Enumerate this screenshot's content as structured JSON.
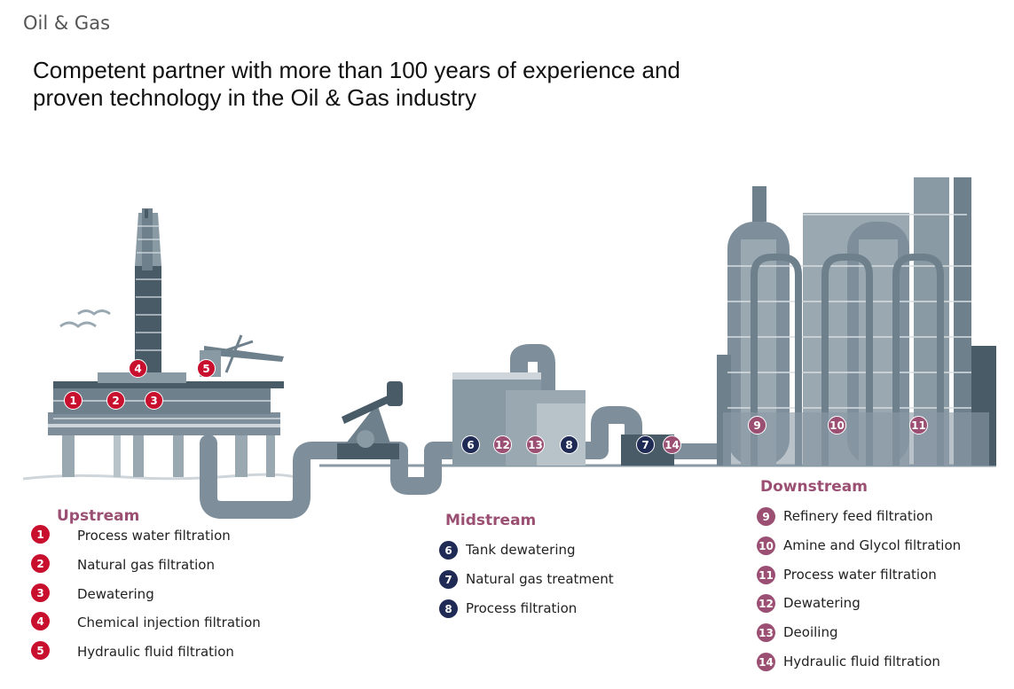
{
  "header": {
    "section": "Oil & Gas",
    "headline_line1": "Competent partner with more than 100 years of experience and",
    "headline_line2": "proven technology in the Oil & Gas industry"
  },
  "colors": {
    "upstream": "#c8102e",
    "midstream": "#1f2a55",
    "downstream": "#9b4f72",
    "structure": "#8a9aa5",
    "structure_dark": "#4a5b68"
  },
  "markers": {
    "m1": "1",
    "m2": "2",
    "m3": "3",
    "m4": "4",
    "m5": "5",
    "m6": "6",
    "m7": "7",
    "m8": "8",
    "m9": "9",
    "m10": "10",
    "m11": "11",
    "m12": "12",
    "m13": "13",
    "m14": "14"
  },
  "upstream": {
    "title": "Upstream",
    "items": [
      {
        "num": "1",
        "label": "Process water filtration"
      },
      {
        "num": "2",
        "label": "Natural gas filtration"
      },
      {
        "num": "3",
        "label": "Dewatering"
      },
      {
        "num": "4",
        "label": "Chemical injection filtration"
      },
      {
        "num": "5",
        "label": "Hydraulic fluid filtration"
      }
    ]
  },
  "midstream": {
    "title": "Midstream",
    "items": [
      {
        "num": "6",
        "label": "Tank dewatering"
      },
      {
        "num": "7",
        "label": "Natural gas treatment"
      },
      {
        "num": "8",
        "label": "Process filtration"
      }
    ]
  },
  "downstream": {
    "title": "Downstream",
    "items": [
      {
        "num": "9",
        "label": "Refinery feed filtration"
      },
      {
        "num": "10",
        "label": "Amine and Glycol filtration"
      },
      {
        "num": "11",
        "label": "Process water filtration"
      },
      {
        "num": "12",
        "label": "Dewatering"
      },
      {
        "num": "13",
        "label": "Deoiling"
      },
      {
        "num": "14",
        "label": "Hydraulic fluid filtration"
      }
    ]
  }
}
